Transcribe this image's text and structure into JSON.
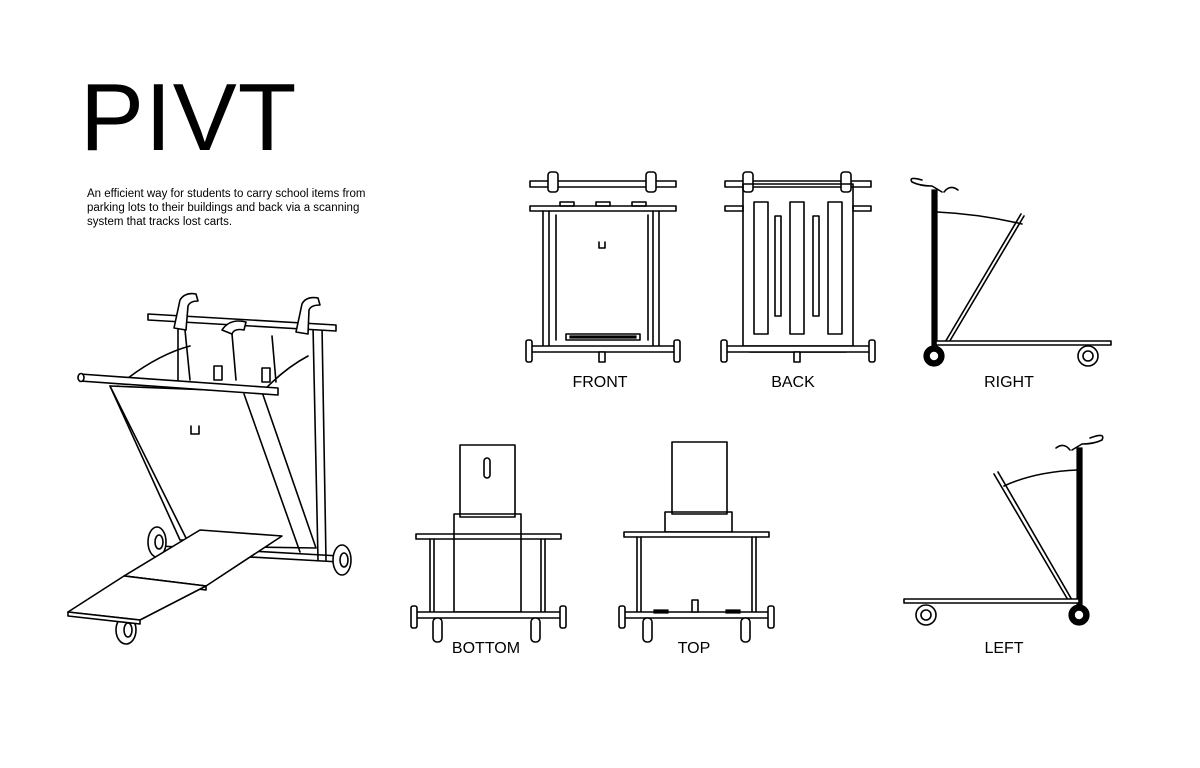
{
  "title": "PIVT",
  "description": "An efficient way for students to carry school items from parking lots to their buildings and back via a scanning system that tracks lost carts.",
  "views": {
    "front": "FRONT",
    "back": "BACK",
    "right": "RIGHT",
    "bottom": "BOTTOM",
    "top": "TOP",
    "left": "LEFT"
  },
  "colors": {
    "line": "#000000",
    "background": "#ffffff"
  }
}
